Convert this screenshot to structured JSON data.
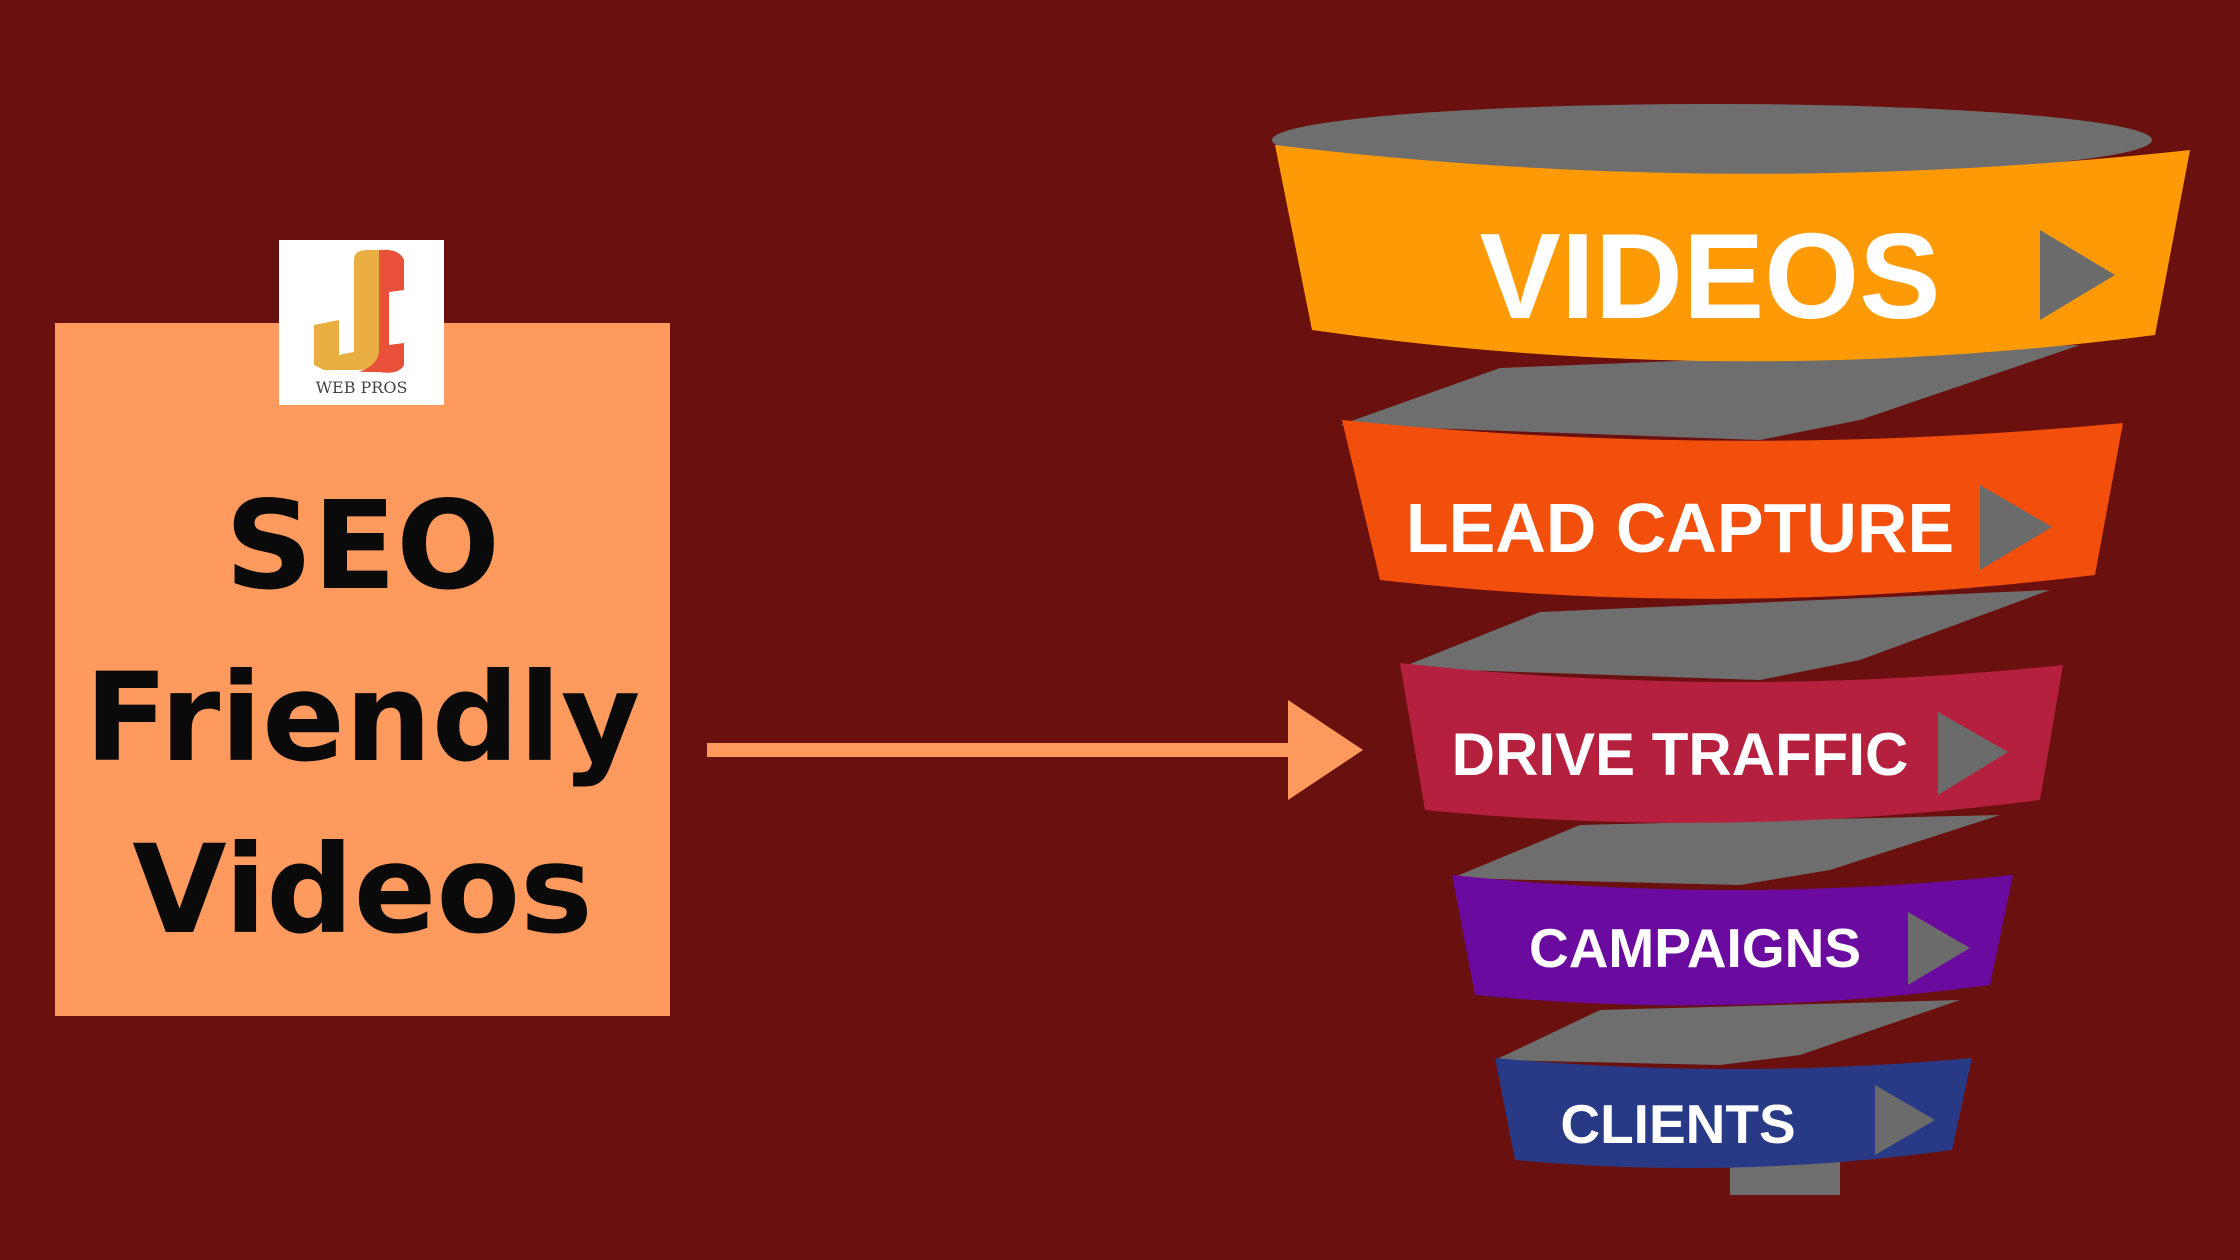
{
  "card": {
    "lines": [
      "SEO",
      "Friendly",
      "Videos"
    ]
  },
  "logo": {
    "text": "WEB PROS"
  },
  "funnel": {
    "stages": [
      {
        "label": "VIDEOS",
        "color": "#fd9a05"
      },
      {
        "label": "LEAD CAPTURE",
        "color": "#f24e0c"
      },
      {
        "label": "DRIVE TRAFFIC",
        "color": "#b5203e"
      },
      {
        "label": "CAMPAIGNS",
        "color": "#6a0a9e"
      },
      {
        "label": "CLIENTS",
        "color": "#283a86"
      }
    ]
  },
  "colors": {
    "background": "#6a100e",
    "card": "#fe9a5e",
    "arrow": "#fe9a5e",
    "gray": "#6e6e6e"
  }
}
